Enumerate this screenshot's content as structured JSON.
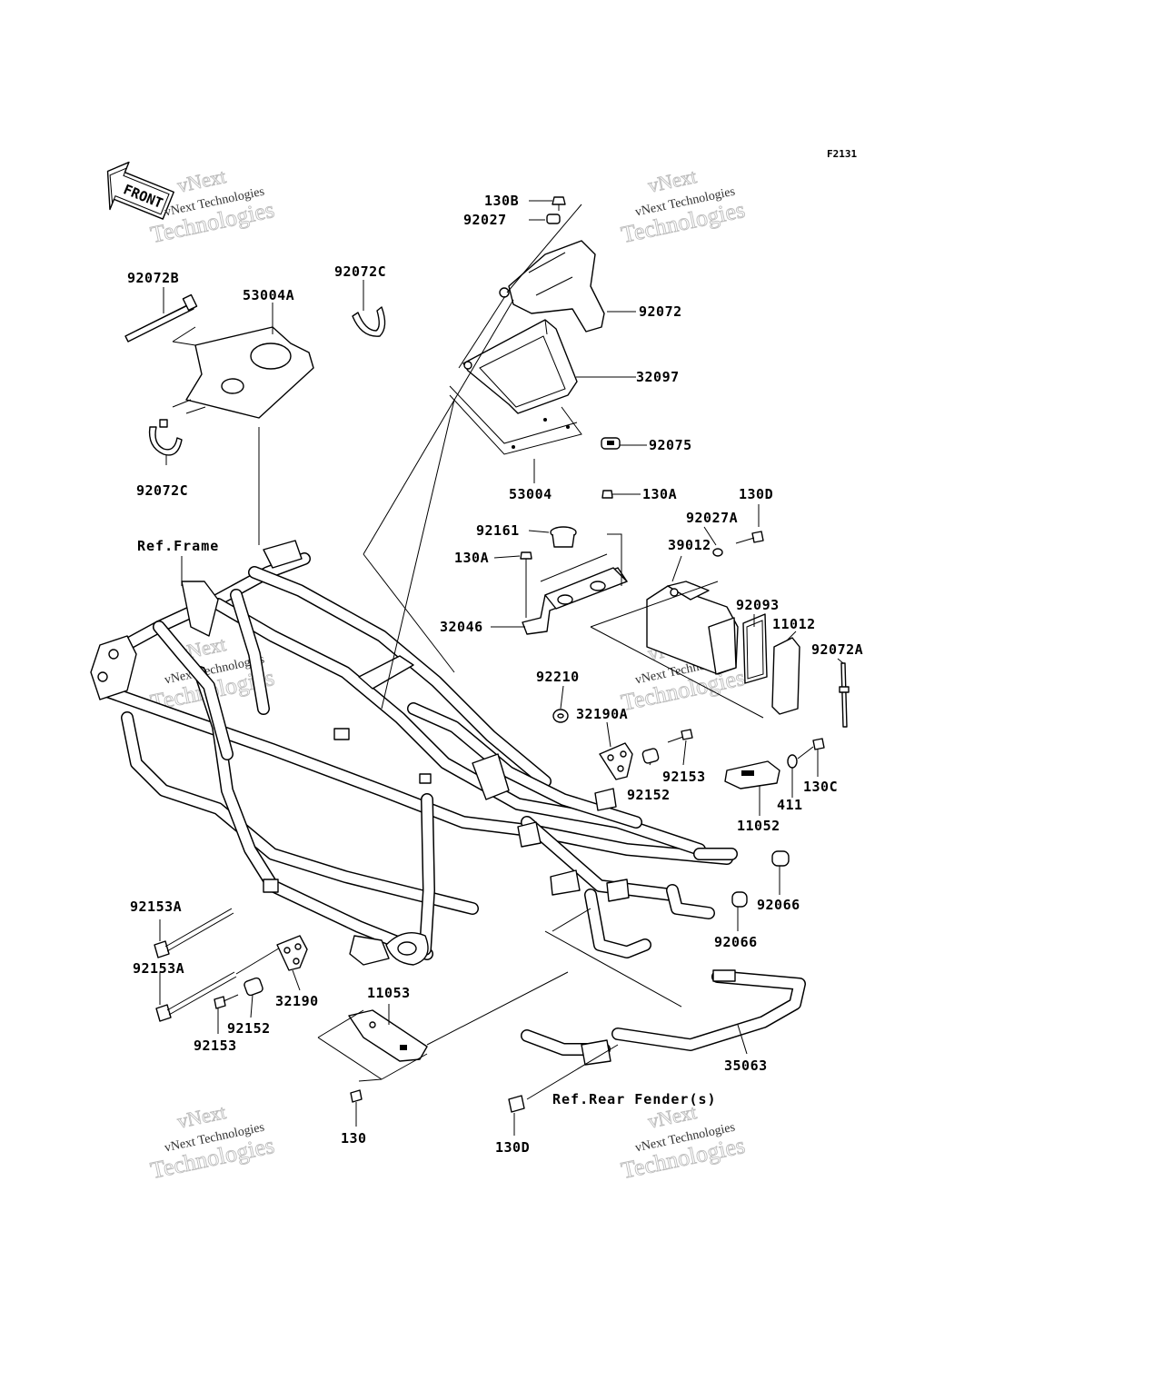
{
  "diagram": {
    "code": "F2131",
    "front_arrow": "FRONT",
    "refs": {
      "frame": "Ref.Frame",
      "rear_fender": "Ref.Rear Fender(s)"
    },
    "watermark": {
      "line1": "vNext",
      "line2": "vNext Technologies",
      "line3": "Technologies"
    },
    "parts": [
      {
        "id": "p130B",
        "label": "130B"
      },
      {
        "id": "p92027",
        "label": "92027"
      },
      {
        "id": "p92072B",
        "label": "92072B"
      },
      {
        "id": "p53004A",
        "label": "53004A"
      },
      {
        "id": "p92072C_top",
        "label": "92072C"
      },
      {
        "id": "p92072",
        "label": "92072"
      },
      {
        "id": "p32097",
        "label": "32097"
      },
      {
        "id": "p92075",
        "label": "92075"
      },
      {
        "id": "p92072C_bot",
        "label": "92072C"
      },
      {
        "id": "p53004",
        "label": "53004"
      },
      {
        "id": "p130A_top",
        "label": "130A"
      },
      {
        "id": "p130D_top",
        "label": "130D"
      },
      {
        "id": "p92161",
        "label": "92161"
      },
      {
        "id": "p92027A",
        "label": "92027A"
      },
      {
        "id": "p39012",
        "label": "39012"
      },
      {
        "id": "p130A_mid",
        "label": "130A"
      },
      {
        "id": "p92093",
        "label": "92093"
      },
      {
        "id": "p11012",
        "label": "11012"
      },
      {
        "id": "p32046",
        "label": "32046"
      },
      {
        "id": "p92072A",
        "label": "92072A"
      },
      {
        "id": "p92210",
        "label": "92210"
      },
      {
        "id": "p32190A",
        "label": "32190A"
      },
      {
        "id": "p92153_r",
        "label": "92153"
      },
      {
        "id": "p92152_r",
        "label": "92152"
      },
      {
        "id": "p130C",
        "label": "130C"
      },
      {
        "id": "p411",
        "label": "411"
      },
      {
        "id": "p11052",
        "label": "11052"
      },
      {
        "id": "p92066_a",
        "label": "92066"
      },
      {
        "id": "p92066_b",
        "label": "92066"
      },
      {
        "id": "p92153A_top",
        "label": "92153A"
      },
      {
        "id": "p92153A_bot",
        "label": "92153A"
      },
      {
        "id": "p11053",
        "label": "11053"
      },
      {
        "id": "p32190",
        "label": "32190"
      },
      {
        "id": "p92152_l",
        "label": "92152"
      },
      {
        "id": "p92153_l",
        "label": "92153"
      },
      {
        "id": "p35063",
        "label": "35063"
      },
      {
        "id": "p130",
        "label": "130"
      },
      {
        "id": "p130D_bot",
        "label": "130D"
      }
    ]
  }
}
